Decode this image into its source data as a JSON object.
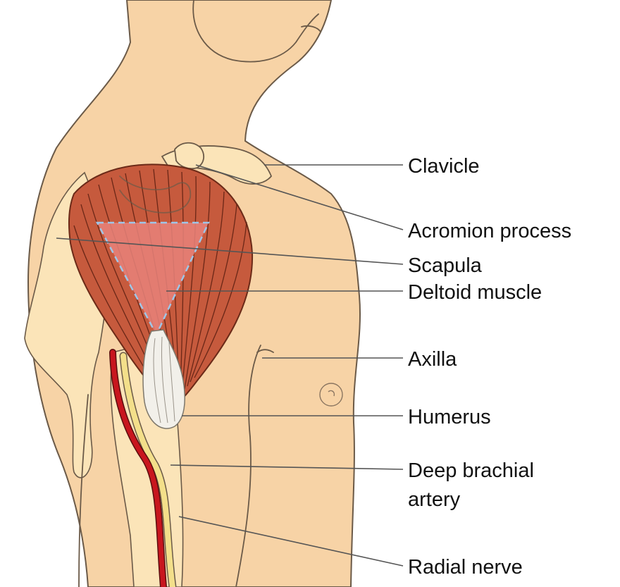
{
  "labels": {
    "clavicle": "Clavicle",
    "acromion": "Acromion process",
    "scapula": "Scapula",
    "deltoid": "Deltoid muscle",
    "axilla": "Axilla",
    "humerus": "Humerus",
    "deep_brachial_line1": "Deep brachial",
    "deep_brachial_line2": "artery",
    "radial_nerve": "Radial nerve"
  },
  "colors": {
    "skin": "#f7d3a6",
    "bone": "#fbe4b8",
    "muscle": "#c65a3d",
    "scapula_triangle": "#e8837a",
    "tendon": "#f2f0ea",
    "artery": "#c8161e",
    "nerve": "#f3df8a"
  }
}
